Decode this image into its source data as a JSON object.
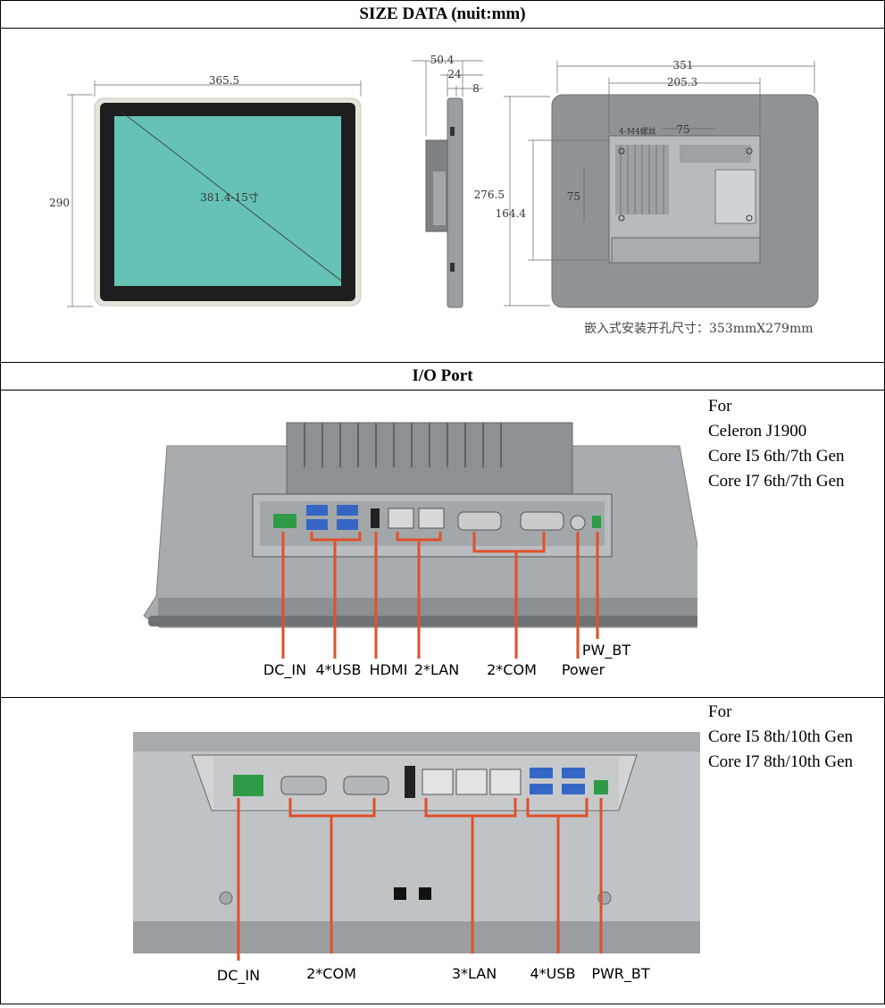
{
  "sections": {
    "size_title": "SIZE DATA (nuit:mm)",
    "io_title": "I/O Port"
  },
  "size": {
    "front": {
      "width": "365.5",
      "height": "290",
      "diagonal": "381.4-15寸"
    },
    "side": {
      "depth_total": "50.4",
      "depth_body": "24",
      "depth_front": "8"
    },
    "back": {
      "width": "351",
      "inner_width": "205.3",
      "height": "276.5",
      "inner_height": "164.4",
      "vesa_h": "75",
      "vesa_v": "75",
      "screw_note": "4-M4螺丝",
      "cutout": "嵌入式安装开孔尺寸：353mmX279mm"
    }
  },
  "io1": {
    "for_lines": [
      "For",
      "Celeron J1900",
      "Core I5 6th/7th Gen",
      "Core I7 6th/7th Gen"
    ],
    "ports": [
      "DC_IN",
      "4*USB",
      "HDMI",
      "2*LAN",
      "2*COM",
      "Power",
      "PW_BT"
    ]
  },
  "io2": {
    "for_lines": [
      "For",
      "Core I5 8th/10th Gen",
      "Core I7 8th/10th Gen"
    ],
    "ports": [
      "DC_IN",
      "2*COM",
      "3*LAN",
      "4*USB",
      "PWR_BT"
    ]
  },
  "colors": {
    "screen": "#66c2b4",
    "bezel": "#1c1c1c",
    "frame": "#e4e2d8",
    "metal": "#8f9396",
    "callout_line": "#e0502a"
  }
}
